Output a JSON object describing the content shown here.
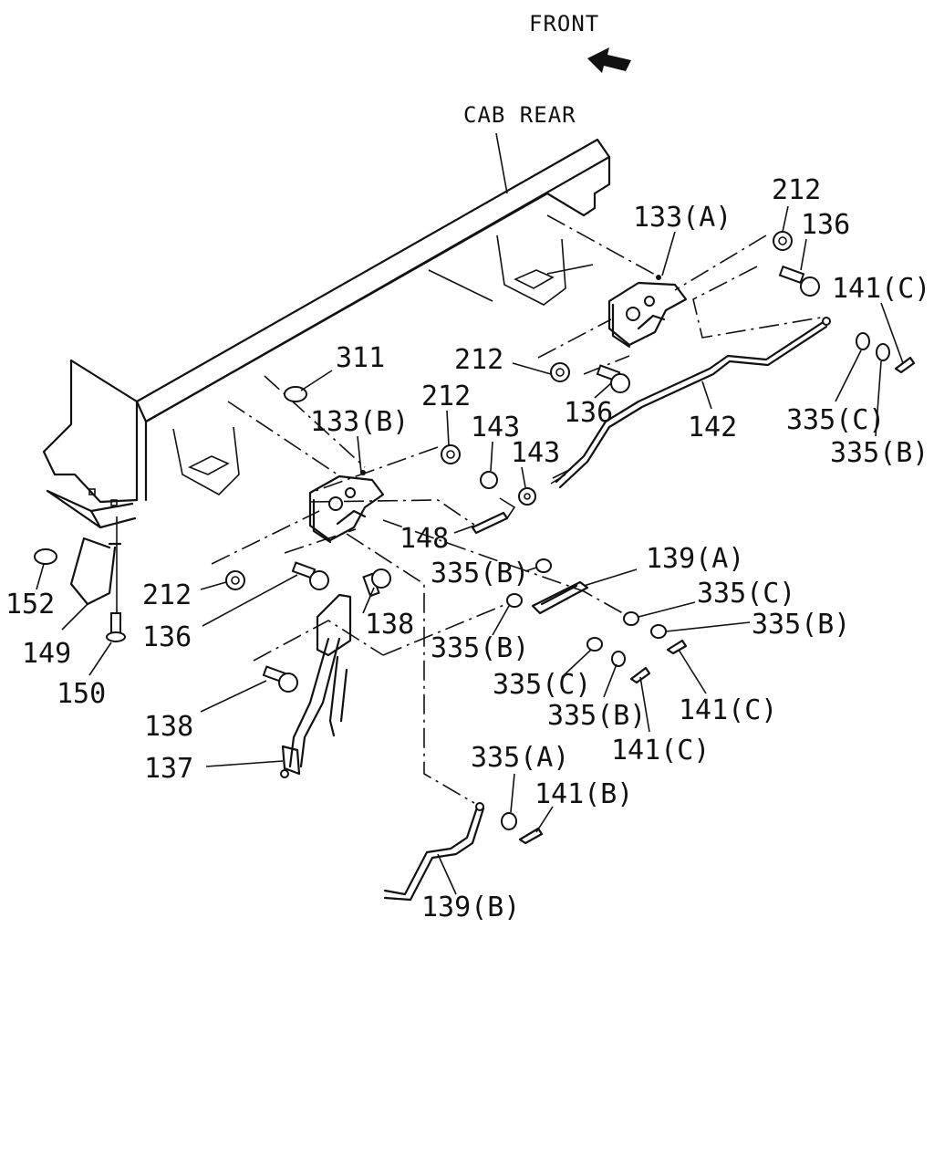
{
  "headings": {
    "front": "FRONT",
    "cab_rear": "CAB REAR"
  },
  "callouts": {
    "c212_top": "212",
    "c136_top": "136",
    "c133a": "133(A)",
    "c141c_top": "141(C)",
    "c311": "311",
    "c212_mid": "212",
    "c136_mid": "136",
    "c142": "142",
    "c335c_top": "335(C)",
    "c335b_top": "335(B)",
    "c133b": "133(B)",
    "c212_left": "212",
    "c143_a": "143",
    "c143_b": "143",
    "c148": "148",
    "c139a": "139(A)",
    "c335b_a": "335(B)",
    "c335c_a": "335(C)",
    "c335b_b": "335(B)",
    "c212_low": "212",
    "c136_low": "136",
    "c138_a": "138",
    "c335b_c": "335(B)",
    "c335c_b": "335(C)",
    "c141c_a": "141(C)",
    "c335b_d": "335(B)",
    "c141c_b": "141(C)",
    "c138_b": "138",
    "c137": "137",
    "c335a": "335(A)",
    "c141b": "141(B)",
    "c139b": "139(B)",
    "c152": "152",
    "c149": "149",
    "c150": "150"
  },
  "icons": {
    "front_arrow": "arrow-left-icon"
  }
}
